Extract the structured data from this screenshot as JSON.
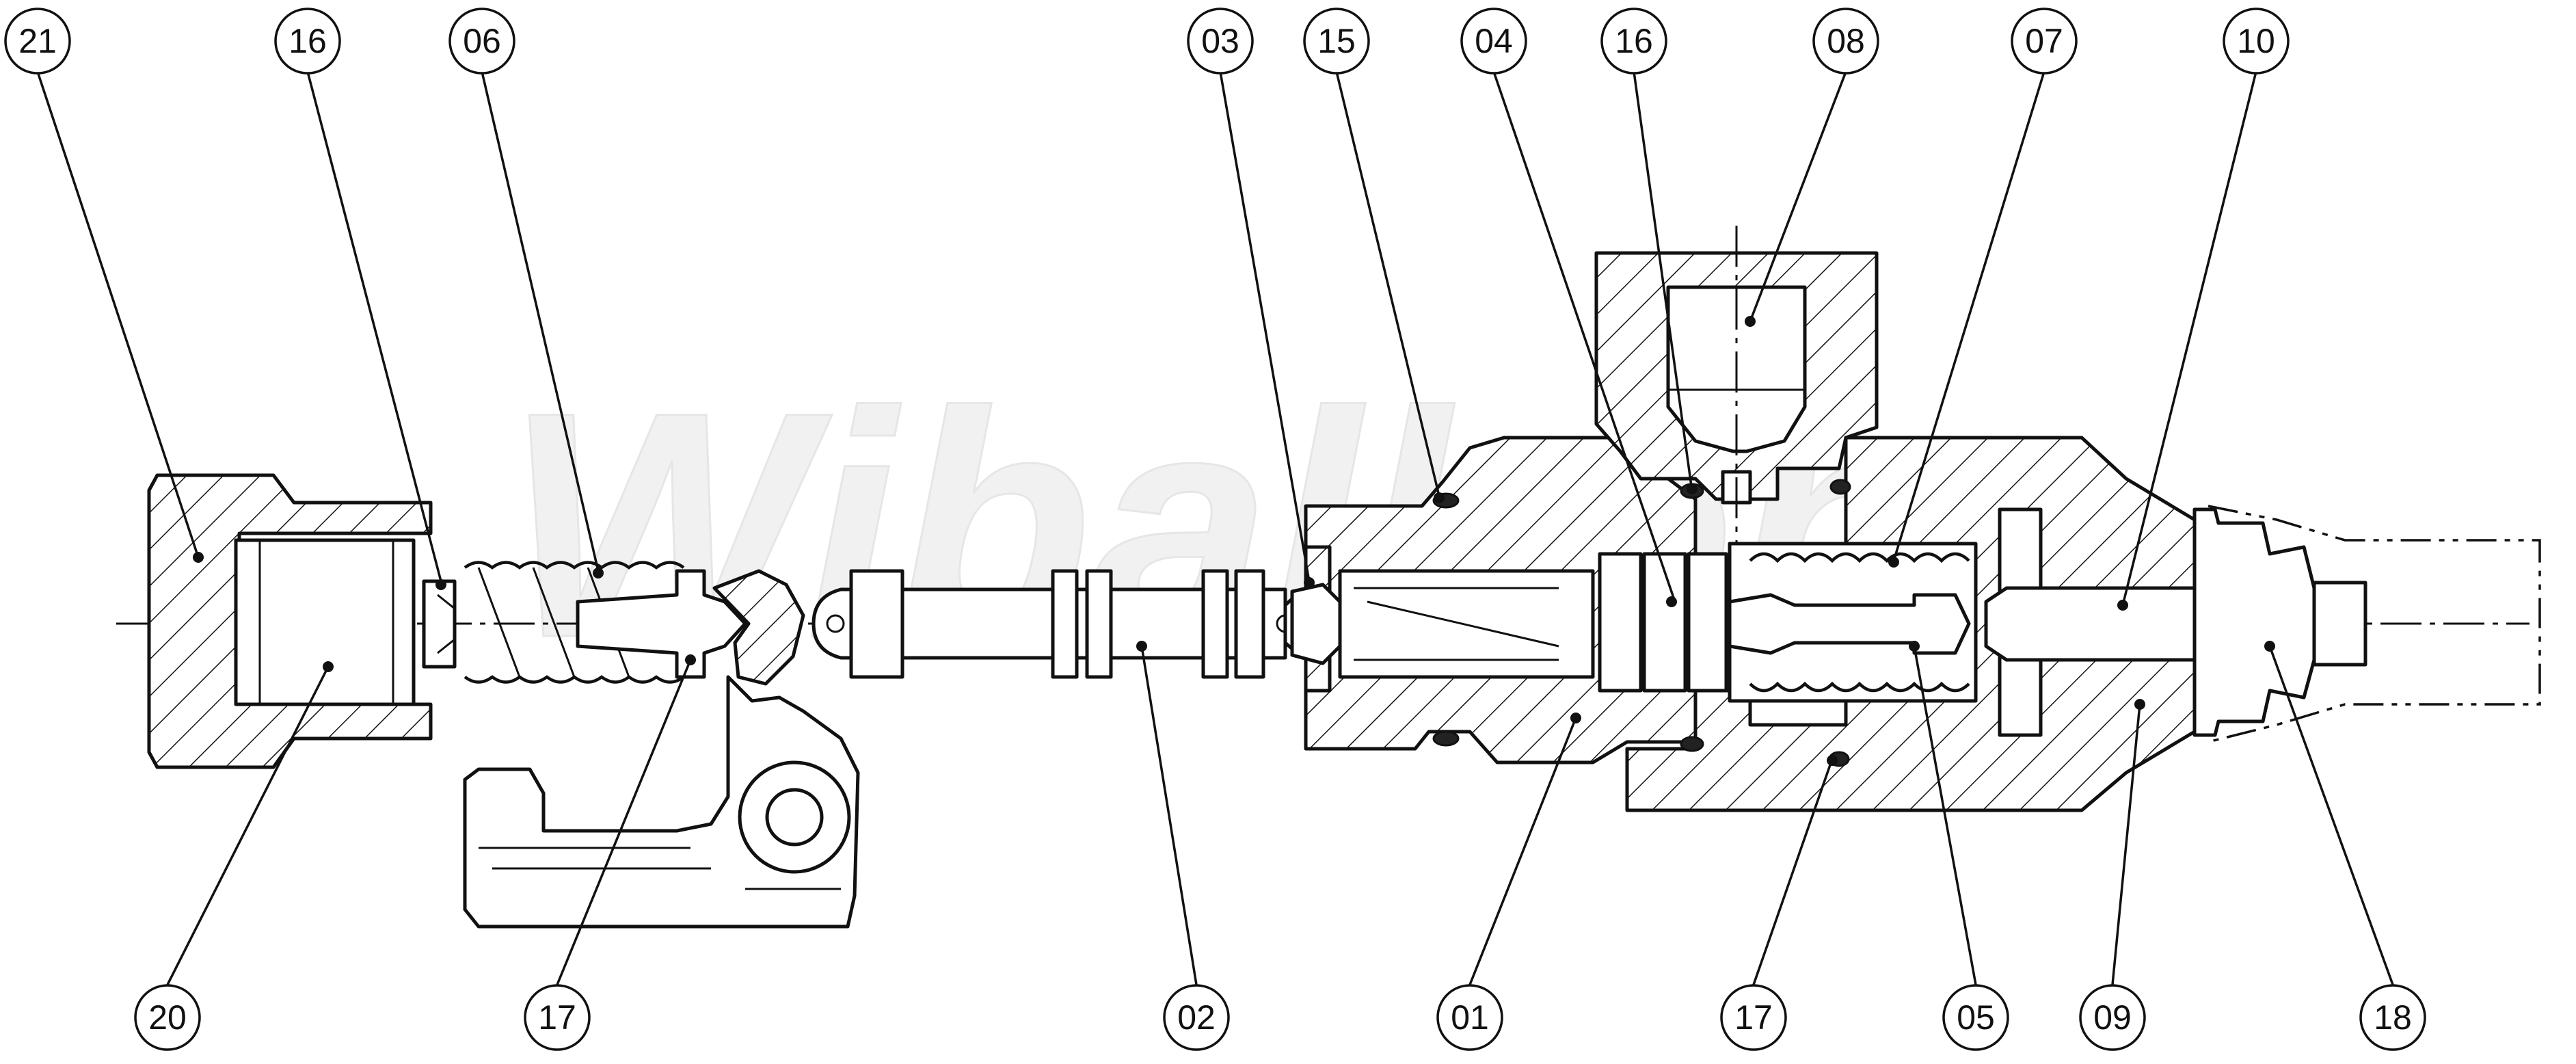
{
  "drawing": {
    "watermark": "Wibalkon",
    "callouts": [
      {
        "id": "c21a",
        "label": "21"
      },
      {
        "id": "c16a",
        "label": "16"
      },
      {
        "id": "c06",
        "label": "06"
      },
      {
        "id": "c03",
        "label": "03"
      },
      {
        "id": "c15",
        "label": "15"
      },
      {
        "id": "c04",
        "label": "04"
      },
      {
        "id": "c16b",
        "label": "16"
      },
      {
        "id": "c08",
        "label": "08"
      },
      {
        "id": "c07",
        "label": "07"
      },
      {
        "id": "c10",
        "label": "10"
      },
      {
        "id": "c20",
        "label": "20"
      },
      {
        "id": "c17a",
        "label": "17"
      },
      {
        "id": "c02",
        "label": "02"
      },
      {
        "id": "c01",
        "label": "01"
      },
      {
        "id": "c17b",
        "label": "17"
      },
      {
        "id": "c05",
        "label": "05"
      },
      {
        "id": "c09",
        "label": "09"
      },
      {
        "id": "c18",
        "label": "18"
      }
    ]
  }
}
